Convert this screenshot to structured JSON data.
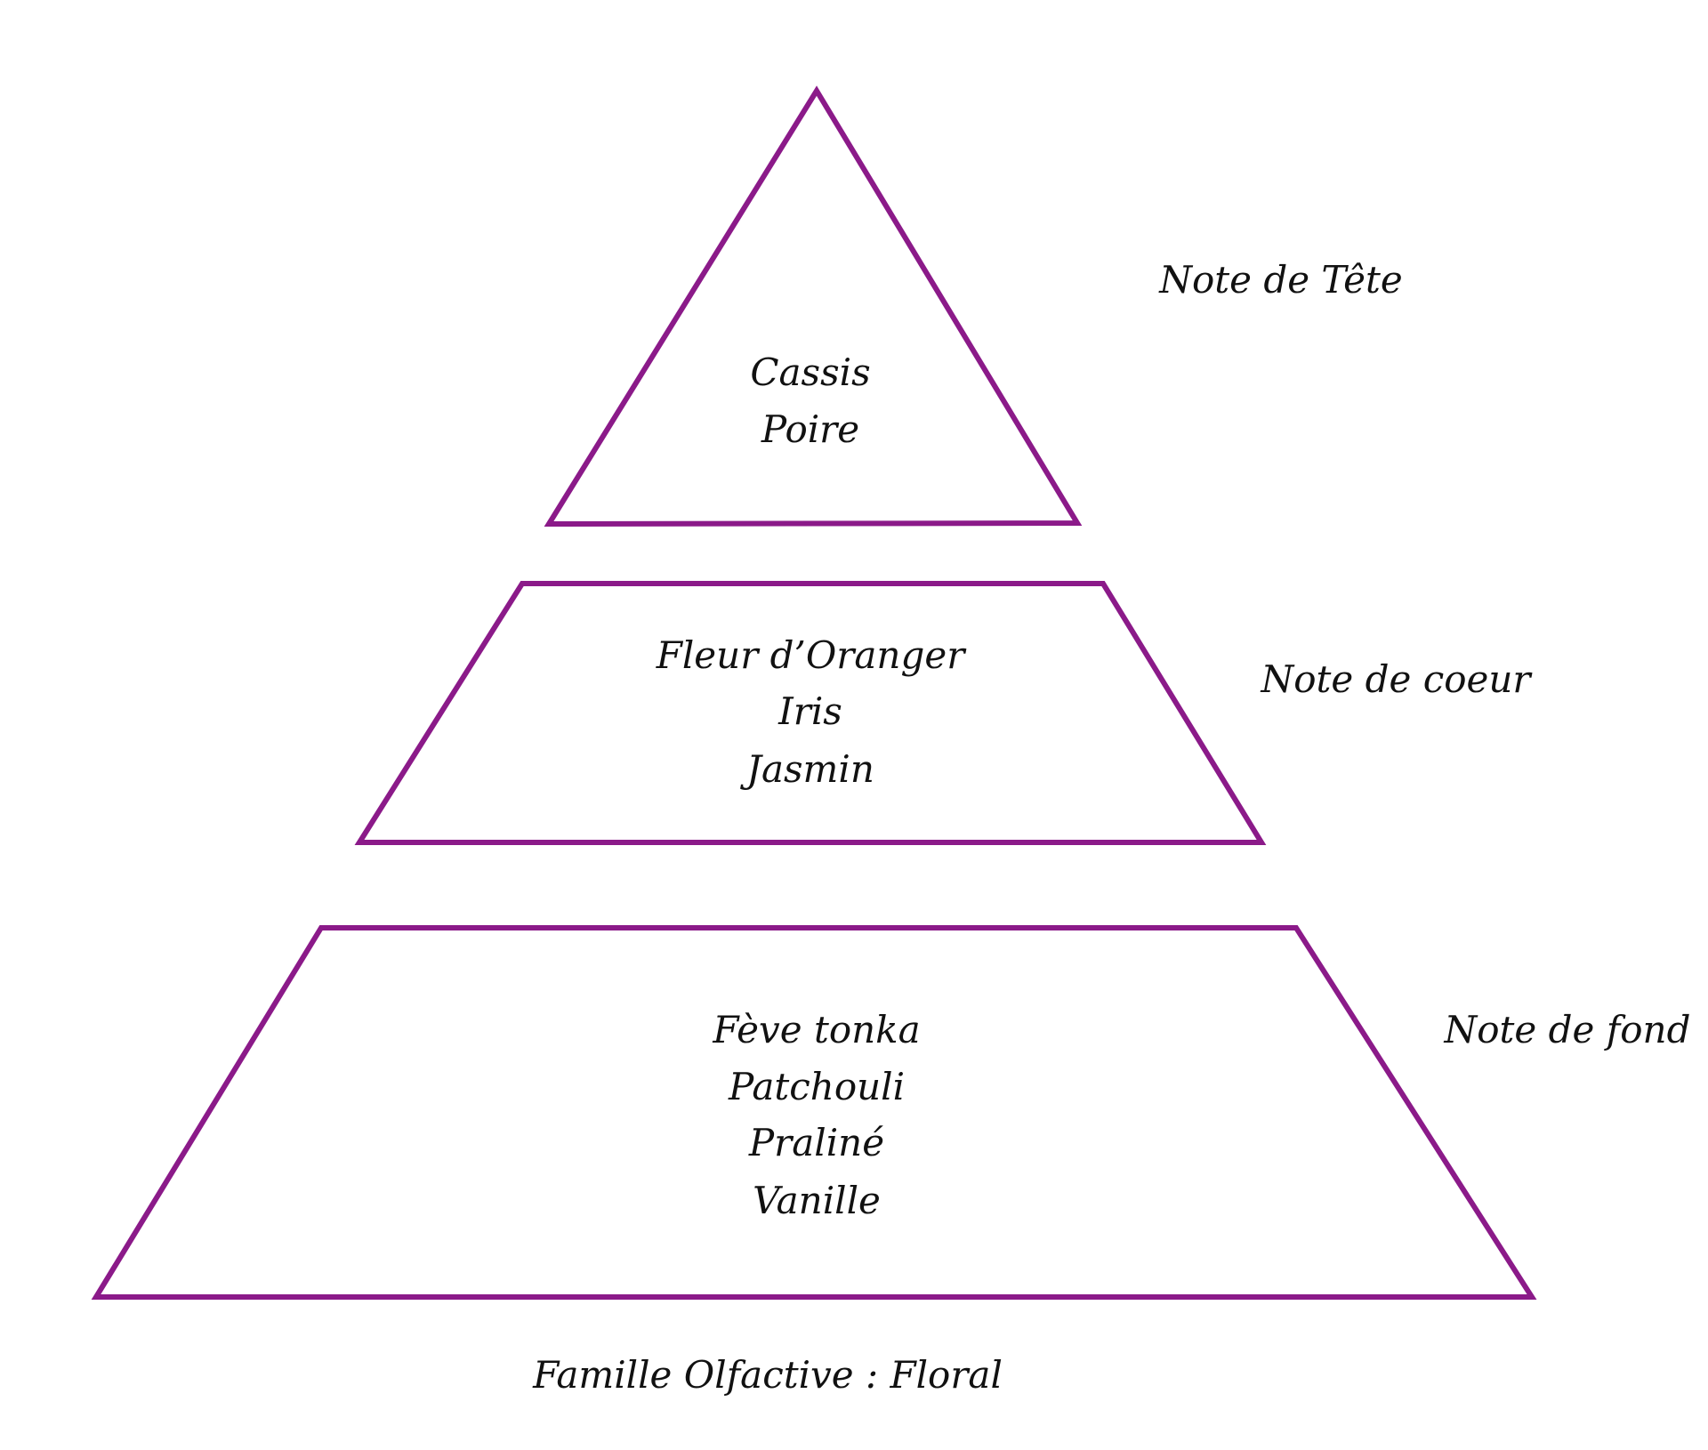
{
  "stroke_color": "#8B1A89",
  "tiers": [
    {
      "label": "Note de Tête",
      "notes": [
        "Cassis",
        "Poire"
      ]
    },
    {
      "label": "Note de coeur",
      "notes": [
        "Fleur d’Oranger",
        "Iris",
        "Jasmin"
      ]
    },
    {
      "label": "Note de fond",
      "notes": [
        "Fève tonka",
        "Patchouli",
        "Praliné",
        "Vanille"
      ]
    }
  ],
  "caption": "Famille Olfactive : Floral"
}
